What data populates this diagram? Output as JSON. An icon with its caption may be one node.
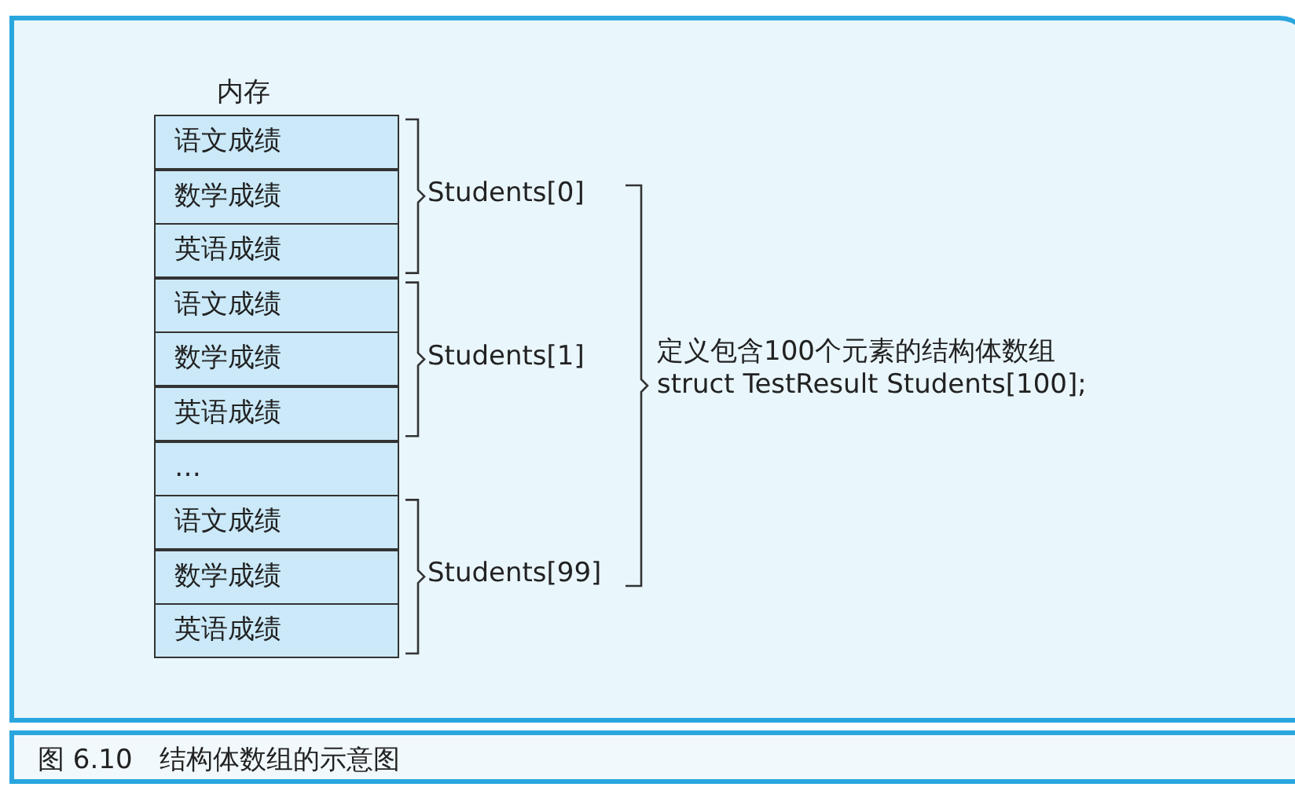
{
  "diagram": {
    "caption": "图 6.10　结构体数组的示意图",
    "nodes": [
      {
        "text": [
          "内存"
        ]
      },
      {
        "text": [
          "语文成绩"
        ],
        "in": 0
      },
      {
        "text": [
          "数学成绩"
        ],
        "in": 0
      },
      {
        "text": [
          "英语成绩"
        ],
        "in": 0
      },
      {
        "text": [
          "语文成绩"
        ],
        "in": 0
      },
      {
        "text": [
          "数学成绩"
        ],
        "in": 0
      },
      {
        "text": [
          "英语成绩"
        ],
        "in": 0
      },
      {
        "text": [
          "…"
        ],
        "in": 0
      },
      {
        "text": [
          "语文成绩"
        ],
        "in": 0
      },
      {
        "text": [
          "数学成绩"
        ],
        "in": 0
      },
      {
        "text": [
          "英语成绩"
        ],
        "in": 0
      }
    ],
    "edges": [],
    "labels": [
      "Students[0]",
      "Students[1]",
      "Students[99]",
      "定义包含100个元素的结构体数组",
      "struct TestResult Students[100];"
    ]
  }
}
